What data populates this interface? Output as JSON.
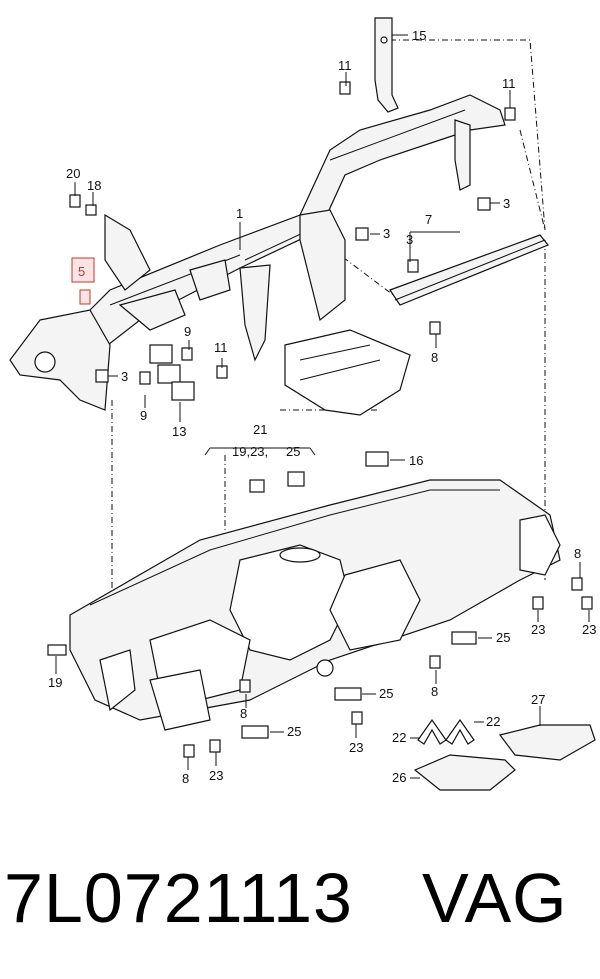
{
  "callouts": {
    "c1": "1",
    "c3a": "3",
    "c3b": "3",
    "c3c": "3",
    "c3d": "3",
    "c5": "5",
    "c7": "7",
    "c8a": "8",
    "c8b": "8",
    "c8c": "8",
    "c8d": "8",
    "c8e": "8",
    "c9a": "9",
    "c9b": "9",
    "c11a": "11",
    "c11b": "11",
    "c11c": "11",
    "c13": "13",
    "c15": "15",
    "c16": "16",
    "c18": "18",
    "c19": "19",
    "c19_23": "19,23,",
    "c20": "20",
    "c21": "21",
    "c22a": "22",
    "c22b": "22",
    "c23a": "23",
    "c23b": "23",
    "c23c": "23",
    "c23d": "23",
    "c25a": "25",
    "c25b": "25",
    "c25c": "25",
    "c25d": "25",
    "c26": "26",
    "c27": "27"
  },
  "highlight_color": "#c0392b",
  "footer": {
    "part_number": "7L0721113",
    "brand": "VAG"
  }
}
